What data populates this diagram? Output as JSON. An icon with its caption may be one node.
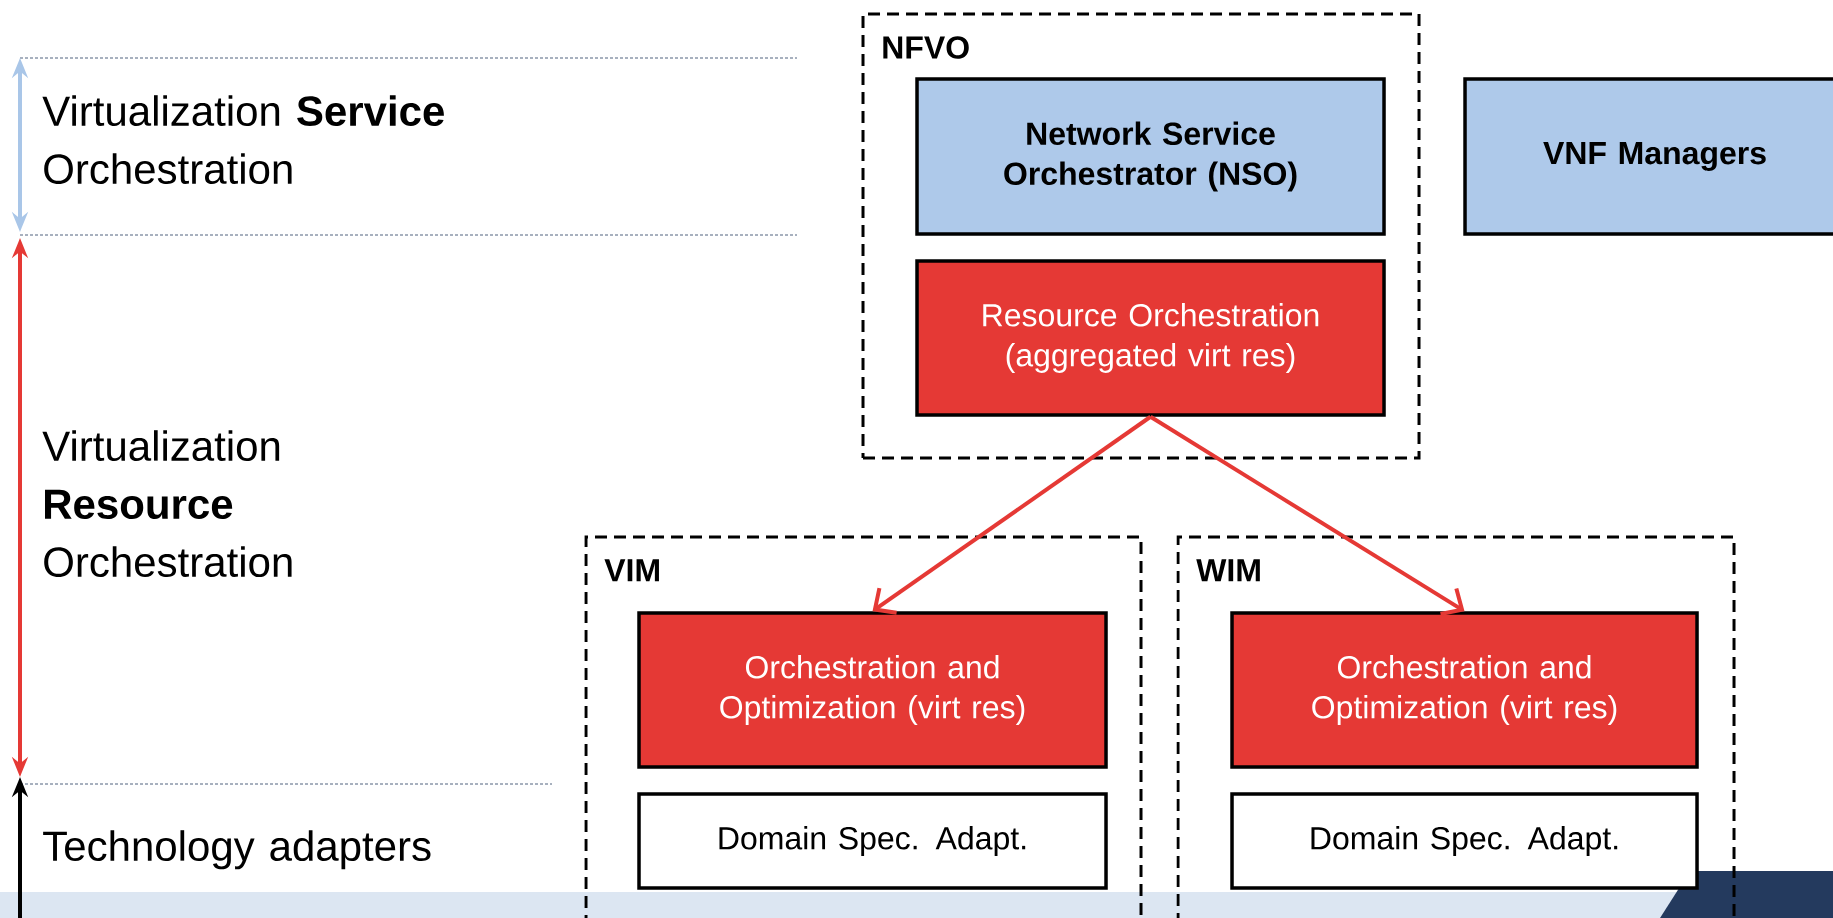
{
  "diagram": {
    "nodes": [
      {
        "text": [
          "NFVO"
        ]
      },
      {
        "text": [
          "Network Service Orchestrator (NSO)"
        ],
        "in": 0
      },
      {
        "text": [
          "Resource Orchestration (aggregated virt res)"
        ],
        "in": 0
      },
      {
        "text": [
          "VNF Managers"
        ]
      },
      {
        "text": [
          "VIM"
        ]
      },
      {
        "text": [
          "Orchestration and Optimization (virt res)"
        ],
        "in": 4
      },
      {
        "text": [
          "Domain Spec. Adapt."
        ],
        "in": 4
      },
      {
        "text": [
          "WIM"
        ]
      },
      {
        "text": [
          "Orchestration and Optimization (virt res)"
        ],
        "in": 7
      },
      {
        "text": [
          "Domain Spec. Adapt."
        ],
        "in": 7
      }
    ],
    "edges": [
      {
        "from": 2,
        "to": 5,
        "arrow": "to"
      },
      {
        "from": 2,
        "to": 8,
        "arrow": "to"
      }
    ],
    "labels": [
      "Virtualization **Service** Orchestration",
      "Virtualization **Resource** Orchestration",
      "Technology adapters"
    ]
  }
}
